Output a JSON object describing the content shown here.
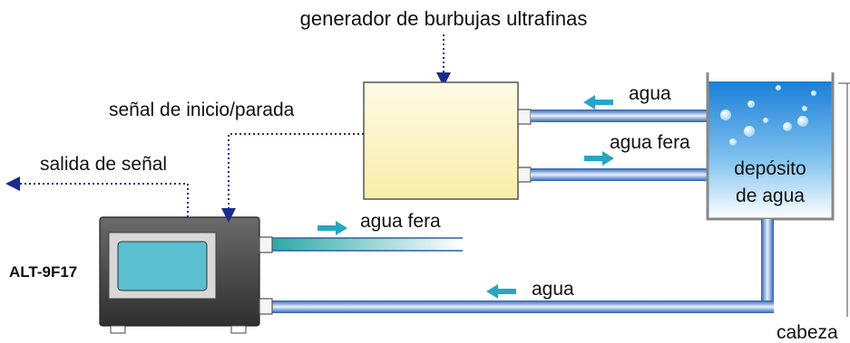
{
  "labels": {
    "generator": "generador de burbujas ultrafinas",
    "start_stop_signal": "señal de inicio/parada",
    "signal_output": "salida de señal",
    "water_top": "agua",
    "dirty_water_top": "agua fera",
    "dirty_water_bottom": "agua fera",
    "water_bottom": "agua",
    "tank_line1": "depósito",
    "tank_line2": "de agua",
    "device_model": "ALT-9F17",
    "head": "cabeza"
  },
  "colors": {
    "pipe": "#2a5fb0",
    "arrow": "#27a6c4",
    "dotted_line": "#1c2a8c",
    "generator_fill": "#fdf4c8",
    "device_body": "#4a4a4a",
    "screen": "#5bbfd2"
  },
  "icons": {
    "arrow_left": "left-arrow-icon",
    "arrow_right": "right-arrow-icon",
    "bubbles": "bubble-icon"
  }
}
